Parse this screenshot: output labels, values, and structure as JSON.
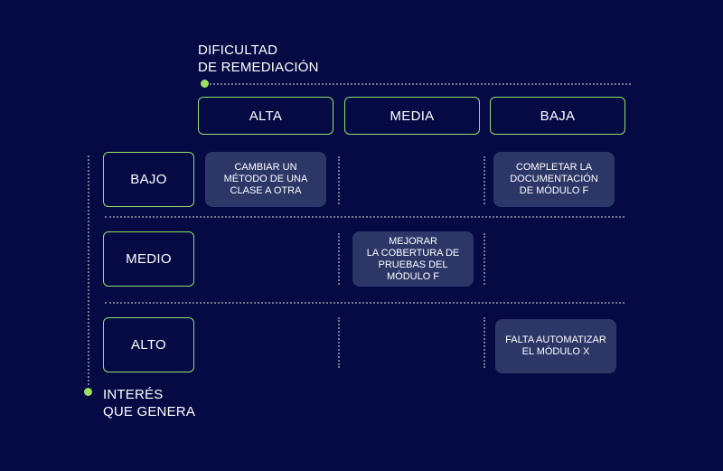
{
  "top_axis": {
    "title_line1": "DIFICULTAD",
    "title_line2": "DE REMEDIACIÓN"
  },
  "left_axis": {
    "title_line1": "INTERÉS",
    "title_line2": "QUE GENERA"
  },
  "columns": [
    "ALTA",
    "MEDIA",
    "BAJA"
  ],
  "rows": [
    "BAJO",
    "MEDIO",
    "ALTO"
  ],
  "cards": [
    {
      "lines": [
        "CAMBIAR UN",
        "MÉTODO DE UNA",
        "CLASE A OTRA"
      ]
    },
    {
      "lines": [
        "COMPLETAR LA",
        "DOCUMENTACIÓN",
        "DE MÓDULO F"
      ]
    },
    {
      "lines": [
        "MEJORAR",
        "LA COBERTURA DE",
        "PRUEBAS DEL",
        "MÓDULO F"
      ]
    },
    {
      "lines": [
        "FALTA AUTOMATIZAR",
        "EL MÓDULO X"
      ]
    }
  ],
  "colors": {
    "background": "#050a45",
    "accent": "#8fe06a",
    "card": "#2c3768"
  }
}
